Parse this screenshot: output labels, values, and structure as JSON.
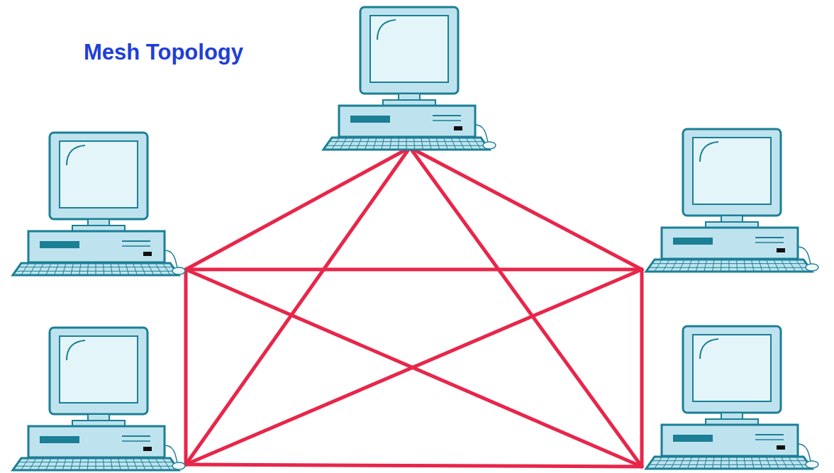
{
  "diagram": {
    "title": "Mesh Topology",
    "nodes": [
      {
        "text": []
      },
      {
        "text": []
      },
      {
        "text": []
      },
      {
        "text": []
      },
      {
        "text": []
      }
    ],
    "edges": [
      {
        "from": 0,
        "to": 1,
        "arrow": "none"
      },
      {
        "from": 0,
        "to": 2,
        "arrow": "none"
      },
      {
        "from": 0,
        "to": 3,
        "arrow": "none"
      },
      {
        "from": 0,
        "to": 4,
        "arrow": "none"
      },
      {
        "from": 1,
        "to": 2,
        "arrow": "none"
      },
      {
        "from": 1,
        "to": 3,
        "arrow": "none"
      },
      {
        "from": 1,
        "to": 4,
        "arrow": "none"
      },
      {
        "from": 2,
        "to": 3,
        "arrow": "none"
      },
      {
        "from": 2,
        "to": 4,
        "arrow": "none"
      },
      {
        "from": 3,
        "to": 4,
        "arrow": "none"
      }
    ]
  }
}
